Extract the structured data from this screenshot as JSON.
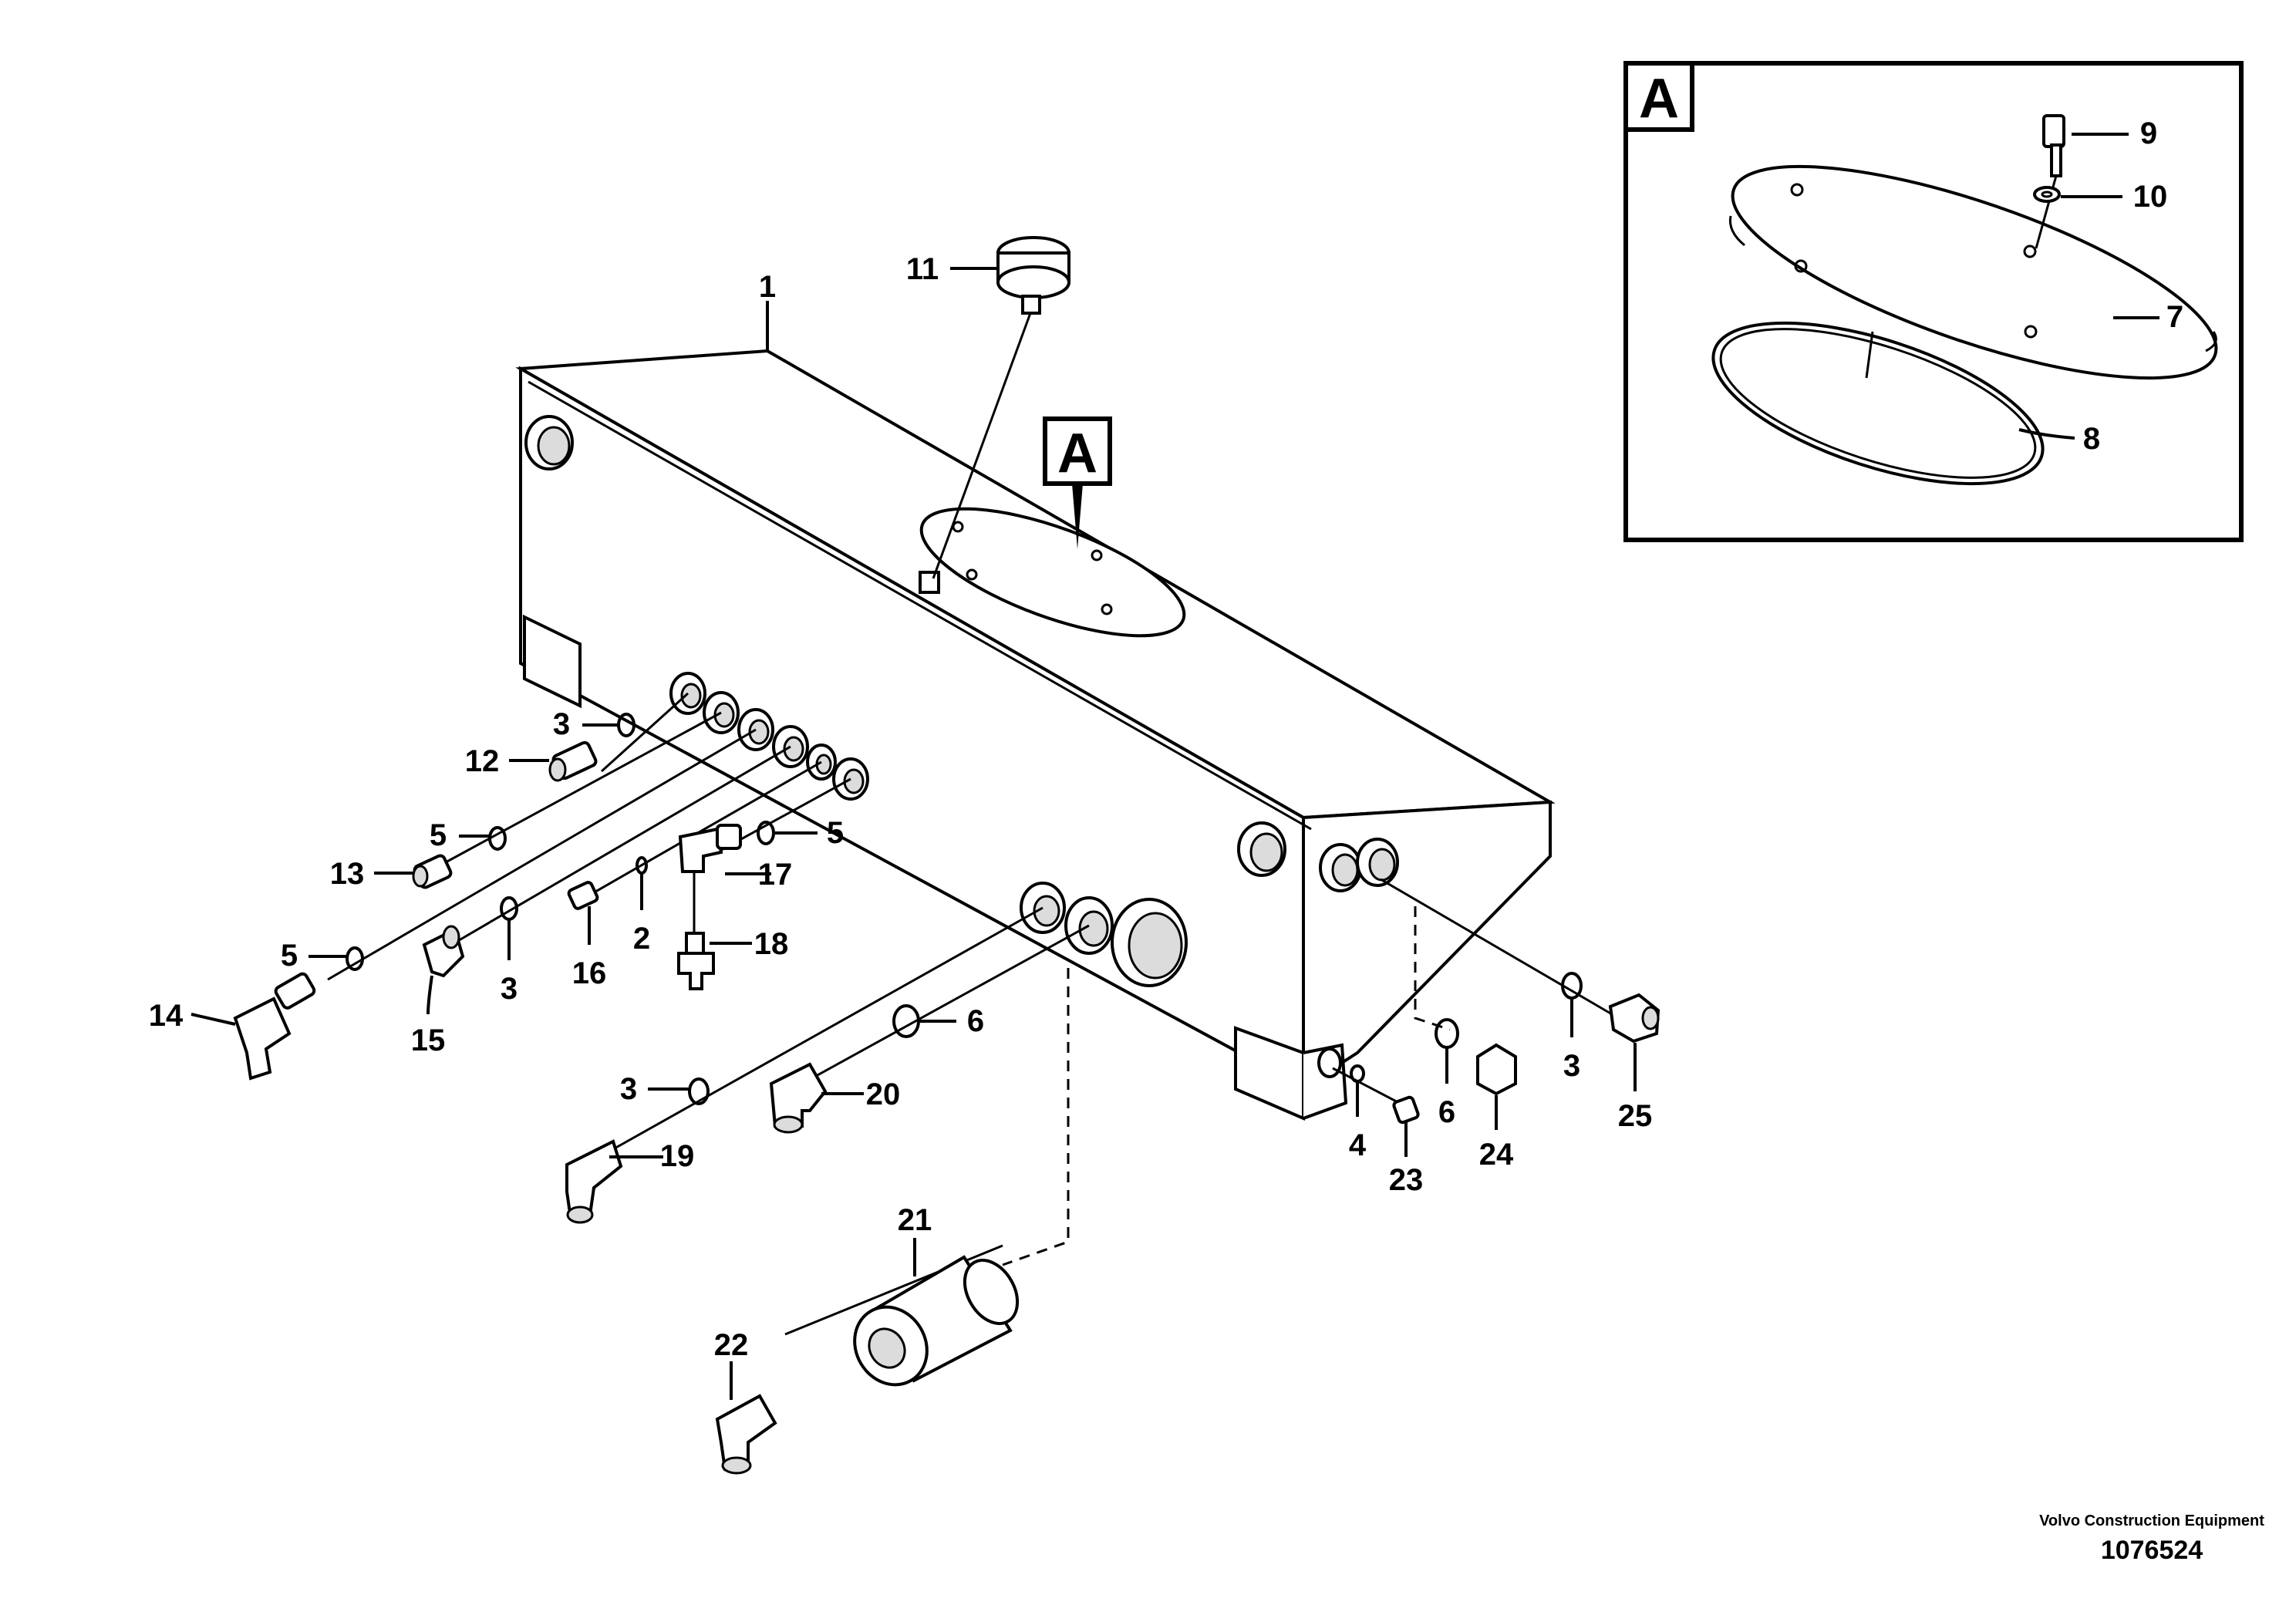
{
  "detail_view": {
    "letter": "A"
  },
  "callouts": [
    {
      "id": "c1",
      "text": "1"
    },
    {
      "id": "c2",
      "text": "2"
    },
    {
      "id": "c3a",
      "text": "3"
    },
    {
      "id": "c3b",
      "text": "3"
    },
    {
      "id": "c3c",
      "text": "3"
    },
    {
      "id": "c3d",
      "text": "3"
    },
    {
      "id": "c4",
      "text": "4"
    },
    {
      "id": "c5a",
      "text": "5"
    },
    {
      "id": "c5b",
      "text": "5"
    },
    {
      "id": "c5c",
      "text": "5"
    },
    {
      "id": "c6a",
      "text": "6"
    },
    {
      "id": "c6b",
      "text": "6"
    },
    {
      "id": "c7",
      "text": "7"
    },
    {
      "id": "c8",
      "text": "8"
    },
    {
      "id": "c9",
      "text": "9"
    },
    {
      "id": "c10",
      "text": "10"
    },
    {
      "id": "c11",
      "text": "11"
    },
    {
      "id": "c12",
      "text": "12"
    },
    {
      "id": "c13",
      "text": "13"
    },
    {
      "id": "c14",
      "text": "14"
    },
    {
      "id": "c15",
      "text": "15"
    },
    {
      "id": "c16",
      "text": "16"
    },
    {
      "id": "c17",
      "text": "17"
    },
    {
      "id": "c18",
      "text": "18"
    },
    {
      "id": "c19",
      "text": "19"
    },
    {
      "id": "c20",
      "text": "20"
    },
    {
      "id": "c21",
      "text": "21"
    },
    {
      "id": "c22",
      "text": "22"
    },
    {
      "id": "c23",
      "text": "23"
    },
    {
      "id": "c24",
      "text": "24"
    },
    {
      "id": "c25",
      "text": "25"
    }
  ],
  "publisher": "Volvo Construction Equipment",
  "drawing_number": "1076524"
}
